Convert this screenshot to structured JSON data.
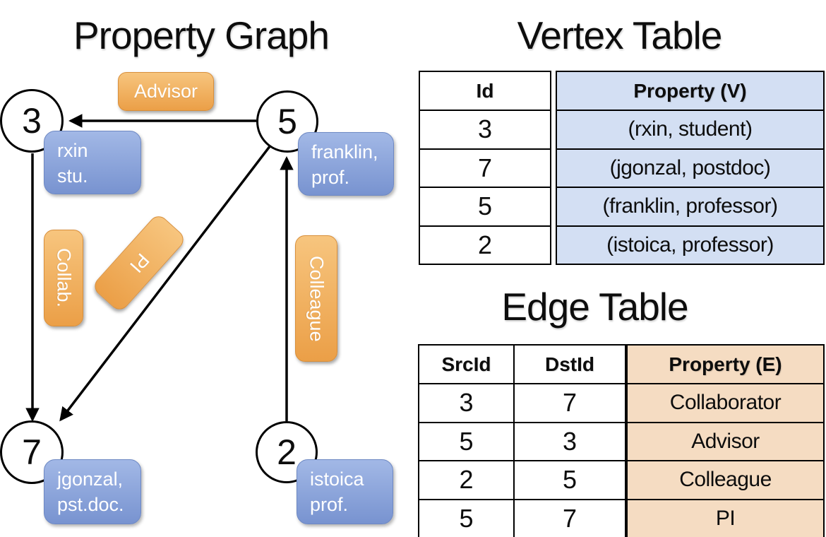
{
  "titles": {
    "graph": "Property Graph",
    "vertex_table": "Vertex Table",
    "edge_table": "Edge Table"
  },
  "graph": {
    "nodes": [
      {
        "id": "3"
      },
      {
        "id": "5"
      },
      {
        "id": "7"
      },
      {
        "id": "2"
      }
    ],
    "vertex_labels": [
      {
        "line1": "rxin",
        "line2": "stu."
      },
      {
        "line1": "franklin,",
        "line2": "prof."
      },
      {
        "line1": "jgonzal,",
        "line2": "pst.doc."
      },
      {
        "line1": "istoica",
        "line2": "prof."
      }
    ],
    "edge_labels": {
      "advisor": "Advisor",
      "collab": "Collab.",
      "pi": "PI",
      "colleague": "Colleague"
    },
    "edges": [
      {
        "from": "5",
        "to": "3",
        "label": "Advisor"
      },
      {
        "from": "3",
        "to": "7",
        "label": "Collab."
      },
      {
        "from": "5",
        "to": "7",
        "label": "PI"
      },
      {
        "from": "2",
        "to": "5",
        "label": "Colleague"
      }
    ]
  },
  "vertex_table": {
    "headers": {
      "id": "Id",
      "property": "Property (V)"
    },
    "rows": [
      {
        "id": "3",
        "property": "(rxin, student)"
      },
      {
        "id": "7",
        "property": "(jgonzal, postdoc)"
      },
      {
        "id": "5",
        "property": "(franklin, professor)"
      },
      {
        "id": "2",
        "property": "(istoica, professor)"
      }
    ]
  },
  "edge_table": {
    "headers": {
      "src": "SrcId",
      "dst": "DstId",
      "property": "Property (E)"
    },
    "rows": [
      {
        "src": "3",
        "dst": "7",
        "property": "Collaborator"
      },
      {
        "src": "5",
        "dst": "3",
        "property": "Advisor"
      },
      {
        "src": "2",
        "dst": "5",
        "property": "Colleague"
      },
      {
        "src": "5",
        "dst": "7",
        "property": "PI"
      }
    ]
  },
  "colors": {
    "edge_label_orange": "#efa64e",
    "vertex_label_blue": "#8299d5",
    "vertex_table_fill": "#d3dff3",
    "edge_table_fill": "#f5dcc2",
    "node_fill": "#ffffff",
    "line_black": "#000000"
  }
}
